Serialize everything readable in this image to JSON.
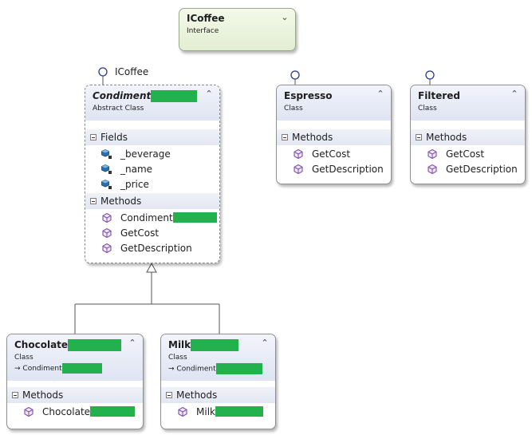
{
  "diagram": {
    "interface_box": {
      "name": "ICoffee",
      "stereotype": "Interface"
    },
    "lollipop_label": "ICoffee",
    "condiment": {
      "name": "Condiment",
      "stereotype": "Abstract Class",
      "fields_label": "Fields",
      "fields": [
        "_beverage",
        "_name",
        "_price"
      ],
      "methods_label": "Methods",
      "methods": [
        "Condiment",
        "GetCost",
        "GetDescription"
      ]
    },
    "espresso": {
      "name": "Espresso",
      "stereotype": "Class",
      "methods_label": "Methods",
      "methods": [
        "GetCost",
        "GetDescription"
      ]
    },
    "filtered": {
      "name": "Filtered",
      "stereotype": "Class",
      "methods_label": "Methods",
      "methods": [
        "GetCost",
        "GetDescription"
      ]
    },
    "chocolate": {
      "name": "Chocolate",
      "stereotype": "Class",
      "base": "Condiment",
      "methods_label": "Methods",
      "methods": [
        "Chocolate"
      ]
    },
    "milk": {
      "name": "Milk",
      "stereotype": "Class",
      "base": "Condiment",
      "methods_label": "Methods",
      "methods": [
        "Milk"
      ]
    }
  },
  "colors": {
    "redaction": "#22b14c",
    "method_icon": "#7b4fa6",
    "field_icon": "#2a6fa8",
    "interface_bg": "#e8f1dc",
    "header_bg": "#e4e8f4"
  },
  "icons": {
    "collapse": "double-chevron-up-icon",
    "expand": "double-chevron-down-icon",
    "method": "method-cube-icon",
    "field": "field-icon",
    "lollipop": "interface-lollipop-icon"
  }
}
